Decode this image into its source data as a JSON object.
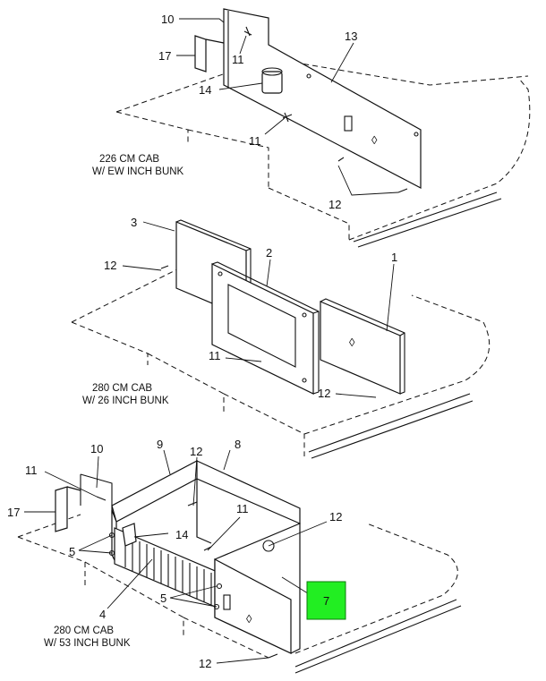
{
  "callouts": {
    "top": {
      "c10": "10",
      "c13": "13",
      "c17": "17",
      "c11a": "11",
      "c14": "14",
      "c11b": "11",
      "c12": "12"
    },
    "mid": {
      "c3": "3",
      "c2": "2",
      "c1": "1",
      "c12a": "12",
      "c11": "11",
      "c12b": "12"
    },
    "bot": {
      "c10": "10",
      "c9": "9",
      "c8": "8",
      "c12a": "12",
      "c11a": "11",
      "c17": "17",
      "c11b": "11",
      "c12b": "12",
      "c14": "14",
      "c5a": "5",
      "c5b": "5",
      "c4": "4",
      "c7": "7",
      "c12c": "12"
    }
  },
  "captions": {
    "top": [
      "226 CM CAB",
      "W/ EW INCH BUNK"
    ],
    "mid": [
      "280 CM CAB",
      "W/ 26 INCH BUNK"
    ],
    "bot": [
      "280 CM CAB",
      "W/ 53 INCH BUNK"
    ]
  },
  "colors": {
    "highlight": "#22ee22",
    "line": "#111111"
  }
}
